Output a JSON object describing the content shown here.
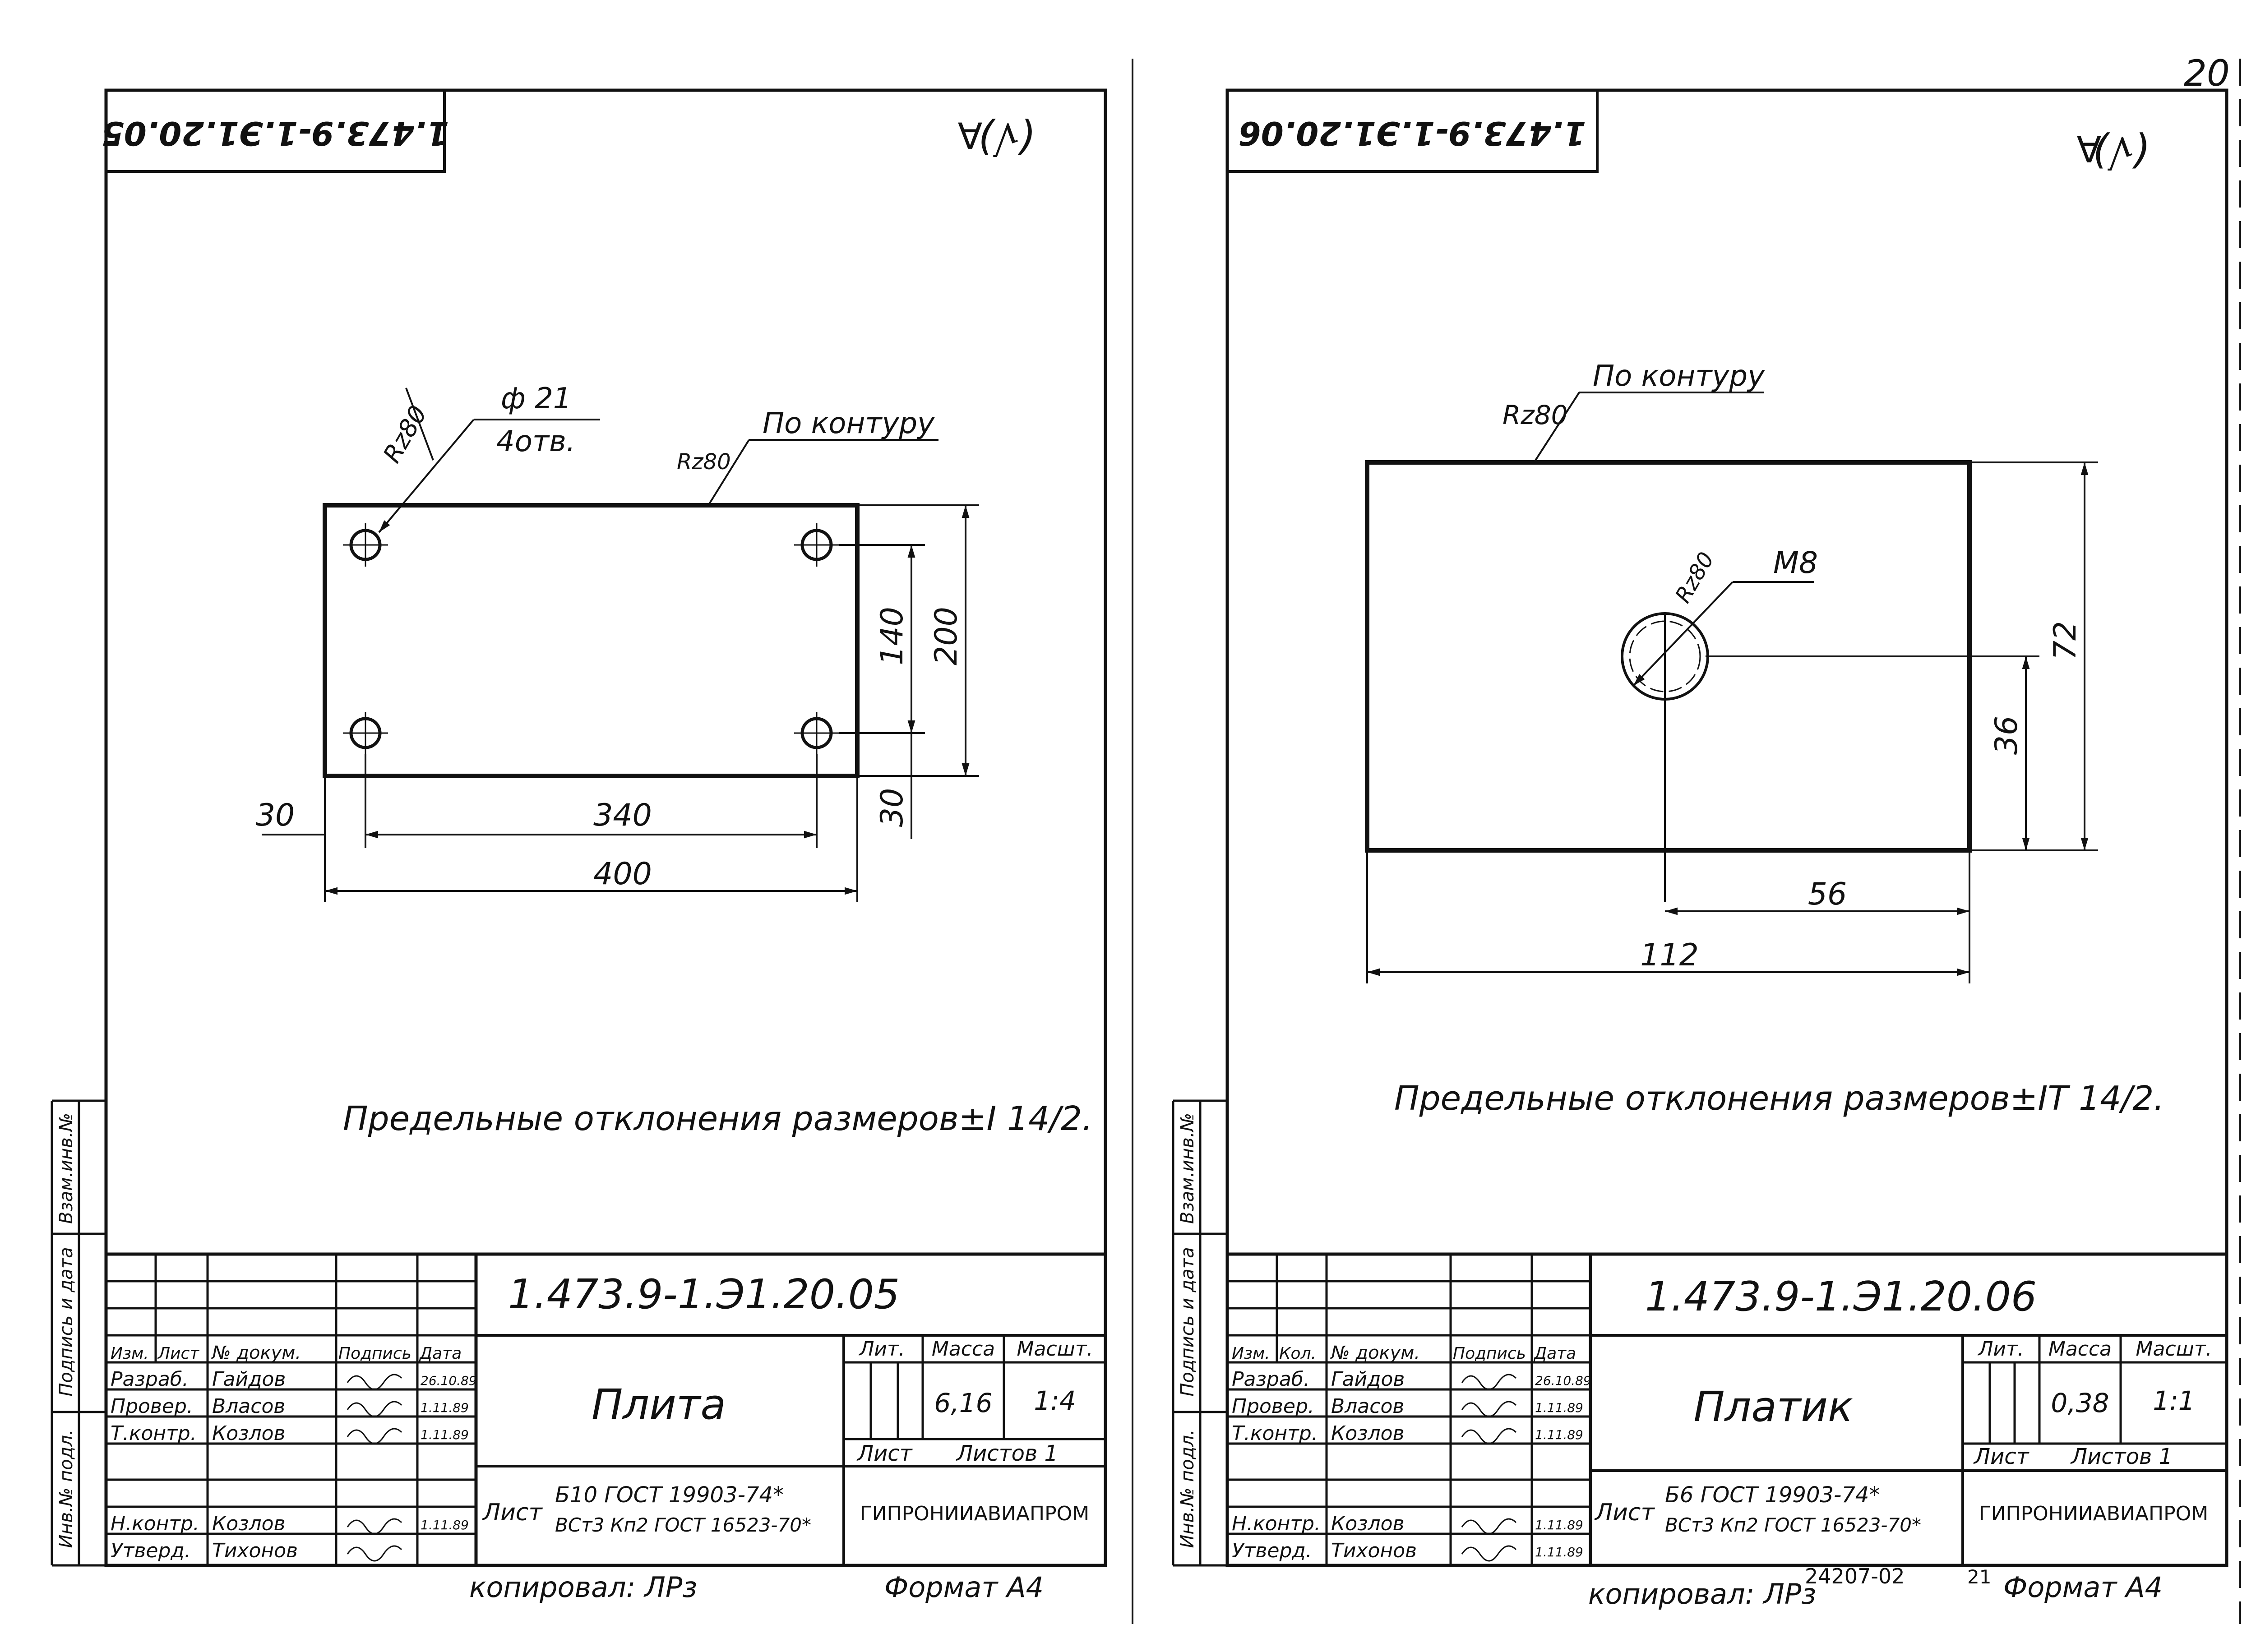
{
  "page": {
    "corner_page_number": "20"
  },
  "sheets": [
    {
      "stamp_mirrored": "1.473.9-1.Э1.20.05",
      "roughness_symbol": "(√)",
      "roughness_prefix": "∀",
      "dims": {
        "hole_spec_1": "ф 21",
        "hole_spec_2": "4отв.",
        "rz_hole": "Rz80",
        "rz_contour": "Rz80",
        "contour_note": "По контуру",
        "d140": "140",
        "d200": "200",
        "d30_left": "30",
        "d30_right": "30",
        "d340": "340",
        "d400": "400"
      },
      "note": "Предельные отклонения размеров±I 14/2.",
      "title_block": {
        "doc_number": "1.473.9-1.Э1.20.05",
        "name": "Плита",
        "header_lit": "Лит.",
        "header_mass": "Масса",
        "header_scale": "Масшт.",
        "mass": "6,16",
        "scale": "1:4",
        "sheet_label": "Лист",
        "sheets_label": "Листов 1",
        "org": "ГИПРОНИИАВИАПРОМ",
        "material_prefix": "Лист",
        "material_line1": "Б10 ГОСТ 19903-74*",
        "material_line2": "ВСт3 Кп2 ГОСТ 16523-70*",
        "col_headers": [
          "Изм.",
          "Лист",
          "№ докум.",
          "Подпись",
          "Дата"
        ],
        "rows": [
          {
            "role": "Разраб.",
            "name": "Гайдов",
            "date": "26.10.89"
          },
          {
            "role": "Провер.",
            "name": "Власов",
            "date": "1.11.89"
          },
          {
            "role": "Т.контр.",
            "name": "Козлов",
            "date": "1.11.89"
          },
          {
            "role": "Н.контр.",
            "name": "Козлов",
            "date": "1.11.89"
          },
          {
            "role": "Утверд.",
            "name": "Тихонов",
            "date": ""
          }
        ],
        "side_labels": [
          "Инв.№ подл.",
          "Подпись и дата",
          "Взам.инв.№"
        ]
      },
      "copied": "копировал: ЛРз",
      "format": "Формат А4"
    },
    {
      "stamp_mirrored": "1.473.9-1.Э1.20.06",
      "roughness_symbol": "(√)",
      "roughness_prefix": "∀",
      "dims": {
        "rz_contour": "Rz80",
        "contour_note": "По контуру",
        "rz_hole": "Rz80",
        "thread": "М8",
        "d72": "72",
        "d36": "36",
        "d56": "56",
        "d112": "112"
      },
      "note": "Предельные отклонения размеров±IТ 14/2.",
      "title_block": {
        "doc_number": "1.473.9-1.Э1.20.06",
        "name": "Платик",
        "header_lit": "Лит.",
        "header_mass": "Масса",
        "header_scale": "Масшт.",
        "mass": "0,38",
        "scale": "1:1",
        "sheet_label": "Лист",
        "sheets_label": "Листов 1",
        "org": "ГИПРОНИИАВИАПРОМ",
        "material_prefix": "Лист",
        "material_line1": "Б6 ГОСТ 19903-74*",
        "material_line2": "ВСт3 Кп2 ГОСТ 16523-70*",
        "col_headers": [
          "Изм.",
          "Кол.",
          "№ докум.",
          "Подпись",
          "Дата"
        ],
        "rows": [
          {
            "role": "Разраб.",
            "name": "Гайдов",
            "date": "26.10.89"
          },
          {
            "role": "Провер.",
            "name": "Власов",
            "date": "1.11.89"
          },
          {
            "role": "Т.контр.",
            "name": "Козлов",
            "date": "1.11.89"
          },
          {
            "role": "Н.контр.",
            "name": "Козлов",
            "date": "1.11.89"
          },
          {
            "role": "Утверд.",
            "name": "Тихонов",
            "date": "1.11.89"
          }
        ],
        "side_labels": [
          "Инв.№ подл.",
          "Подпись и дата",
          "Взам.инв.№"
        ]
      },
      "copied": "копировал: ЛРз",
      "order_no": "24207-02",
      "page_no": "21",
      "format": "Формат А4"
    }
  ]
}
